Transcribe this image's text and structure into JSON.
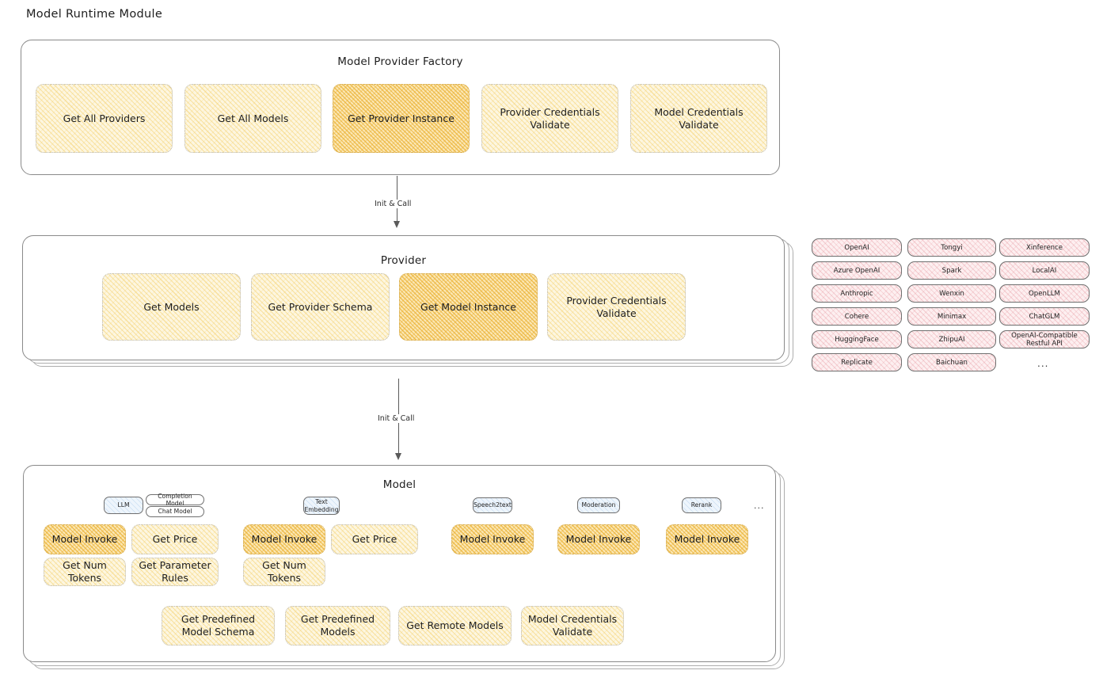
{
  "page": {
    "title": "Model Runtime Module"
  },
  "factory": {
    "title": "Model Provider Factory",
    "nodes": [
      {
        "label": "Get All Providers",
        "highlight": false
      },
      {
        "label": "Get All Models",
        "highlight": false
      },
      {
        "label": "Get Provider Instance",
        "highlight": true
      },
      {
        "label": "Provider Credentials Validate",
        "highlight": false
      },
      {
        "label": "Model Credentials Validate",
        "highlight": false
      }
    ]
  },
  "arrows": [
    {
      "label": "Init & Call"
    },
    {
      "label": "Init & Call"
    }
  ],
  "provider": {
    "title": "Provider",
    "nodes": [
      {
        "label": "Get Models",
        "highlight": false
      },
      {
        "label": "Get Provider Schema",
        "highlight": false
      },
      {
        "label": "Get Model Instance",
        "highlight": true
      },
      {
        "label": "Provider Credentials Validate",
        "highlight": false
      }
    ]
  },
  "provider_list": {
    "columns": [
      [
        "OpenAI",
        "Azure OpenAI",
        "Anthropic",
        "Cohere",
        "HuggingFace",
        "Replicate"
      ],
      [
        "Tongyi",
        "Spark",
        "Wenxin",
        "Minimax",
        "ZhipuAI",
        "Baichuan"
      ],
      [
        "Xinference",
        "LocalAI",
        "OpenLLM",
        "ChatGLM",
        "OpenAI-Compatible Restful API"
      ]
    ],
    "more": "..."
  },
  "model": {
    "title": "Model",
    "more": "...",
    "kinds": [
      {
        "badge": "LLM",
        "sub_badges": [
          "Completion Model",
          "Chat Model"
        ],
        "nodes": [
          {
            "label": "Model Invoke",
            "highlight": true
          },
          {
            "label": "Get Price",
            "highlight": false
          },
          {
            "label": "Get Num Tokens",
            "highlight": false
          },
          {
            "label": "Get Parameter Rules",
            "highlight": false
          }
        ]
      },
      {
        "badge": "Text Embedding",
        "sub_badges": [],
        "nodes": [
          {
            "label": "Model Invoke",
            "highlight": true
          },
          {
            "label": "Get Price",
            "highlight": false
          },
          {
            "label": "Get Num Tokens",
            "highlight": false
          }
        ]
      },
      {
        "badge": "Speech2text",
        "sub_badges": [],
        "nodes": [
          {
            "label": "Model Invoke",
            "highlight": true
          }
        ]
      },
      {
        "badge": "Moderation",
        "sub_badges": [],
        "nodes": [
          {
            "label": "Model Invoke",
            "highlight": true
          }
        ]
      },
      {
        "badge": "Rerank",
        "sub_badges": [],
        "nodes": [
          {
            "label": "Model Invoke",
            "highlight": true
          }
        ]
      }
    ],
    "common_nodes": [
      {
        "label": "Get Predefined Model Schema"
      },
      {
        "label": "Get Predefined Models"
      },
      {
        "label": "Get Remote Models"
      },
      {
        "label": "Model Credentials Validate"
      }
    ]
  },
  "colors": {
    "node_fill": "#fdf6e0",
    "node_highlight_fill": "#fbe7b5",
    "provider_tag_fill": "#fdeff0",
    "badge_fill": "#eef5fc",
    "stroke": "#1e1e1e"
  }
}
